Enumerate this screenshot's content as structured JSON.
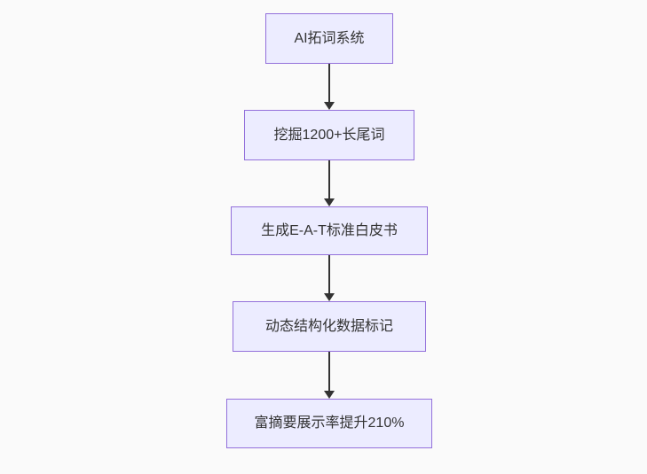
{
  "diagram": {
    "type": "flowchart",
    "direction": "top-down",
    "colors": {
      "background": "#fafafa",
      "node_fill": "#ececff",
      "node_border": "#9370db",
      "node_text": "#333333",
      "arrow": "#333333"
    },
    "nodes": [
      {
        "label": "AI拓词系统"
      },
      {
        "label": "挖掘1200+长尾词"
      },
      {
        "label": "生成E-A-T标准白皮书"
      },
      {
        "label": "动态结构化数据标记"
      },
      {
        "label": "富摘要展示率提升210%"
      }
    ],
    "edges": [
      {
        "from": 0,
        "to": 1,
        "style": "arrow-down"
      },
      {
        "from": 1,
        "to": 2,
        "style": "arrow-down"
      },
      {
        "from": 2,
        "to": 3,
        "style": "arrow-down"
      },
      {
        "from": 3,
        "to": 4,
        "style": "arrow-down"
      }
    ]
  }
}
